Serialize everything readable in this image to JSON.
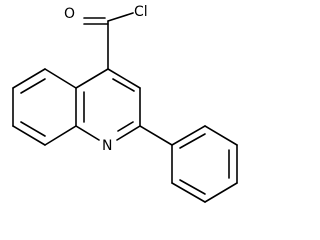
{
  "molecule": {
    "atoms": {
      "oxygen": "O",
      "chlorine": "Cl",
      "nitrogen": "N"
    }
  },
  "colors": {
    "ink": "#000000",
    "background": "#ffffff"
  }
}
